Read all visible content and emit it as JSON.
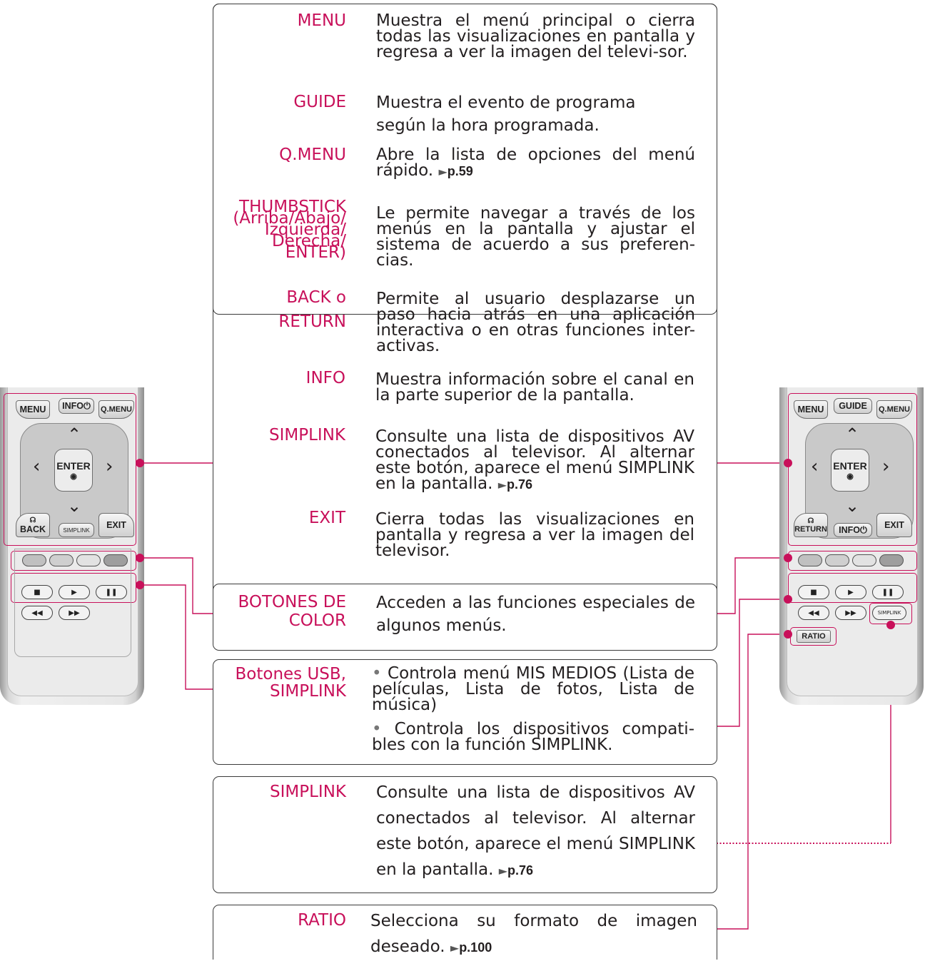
{
  "accent_color": "#c8105a",
  "main_box": {
    "items": [
      {
        "label": "MENU",
        "desc": "Muestra el menú principal o cierra todas las visualizaciones en pantalla y regresa a ver la imagen del televi-sor."
      },
      {
        "label": "GUIDE",
        "desc": "Muestra el evento de programa según la hora programada."
      },
      {
        "label": "Q.MENU",
        "desc": "Abre la lista de opciones del menú rápido.",
        "ref": "p.59"
      },
      {
        "label": "THUMBSTICK\n(Arriba/Abajo/\nIzquierda/\nDerecha/\nENTER)",
        "desc": "Le permite navegar a través de los menús en la pantalla y ajustar el sistema de acuerdo a sus preferen-cias."
      },
      {
        "label": "BACK o\nRETURN",
        "desc": "Permite al usuario desplazarse un paso hacia atrás en una aplicación interactiva o en otras funciones inter-activas."
      },
      {
        "label": "INFO",
        "desc": "Muestra información sobre el canal en la parte superior de la pantalla."
      },
      {
        "label": "SIMPLINK",
        "desc": "Consulte una lista de dispositivos AV conectados al televisor. Al alternar este botón, aparece el menú SIMPLINK en la pantalla.",
        "ref": "p.76"
      },
      {
        "label": "EXIT",
        "desc": "Cierra todas las visualizaciones en pantalla y regresa a ver la imagen del televisor."
      }
    ]
  },
  "color_box": {
    "label": "BOTONES DE\nCOLOR",
    "desc": "Acceden a las funciones especiales de algunos menús."
  },
  "usb_box": {
    "label": "Botones USB,\nSIMPLINK",
    "bullets": [
      "Controla menú MIS MEDIOS (Lista de películas, Lista de fotos, Lista de música)",
      "Controla los dispositivos compati-bles con la función SIMPLINK."
    ]
  },
  "simplink_box": {
    "label": "SIMPLINK",
    "desc": "Consulte una lista de dispositivos AV conectados al televisor. Al alternar este botón, aparece el menú SIMPLINK en la pantalla.",
    "ref": "p.76"
  },
  "ratio_box": {
    "label": "RATIO",
    "desc": "Selecciona su formato de imagen deseado.",
    "ref": "p.100"
  },
  "left_remote": {
    "top_keys": [
      "MENU",
      "INFO",
      "Q.MENU"
    ],
    "enter": "ENTER",
    "bottom_keys": [
      "BACK",
      "SIMPLINK",
      "EXIT"
    ]
  },
  "right_remote": {
    "top_keys": [
      "MENU",
      "GUIDE",
      "Q.MENU"
    ],
    "enter": "ENTER",
    "bottom_keys": [
      "RETURN",
      "INFO",
      "EXIT"
    ],
    "extra_keys": [
      "SIMPLINK",
      "RATIO"
    ]
  },
  "pointer_arrow": "►"
}
